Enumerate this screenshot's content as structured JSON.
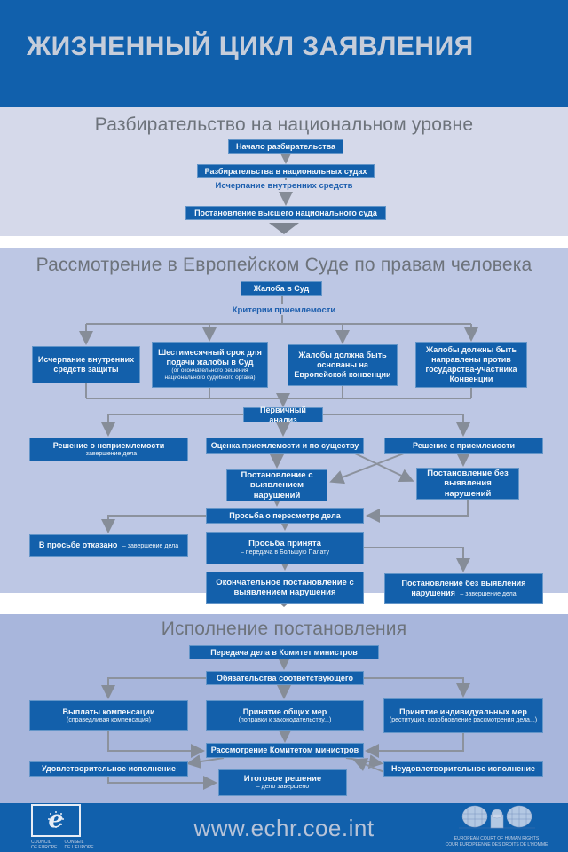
{
  "colors": {
    "blue": "#1160ac",
    "box": "#1360ab",
    "s1": "#d5d9ea",
    "s2": "#bdc7e4",
    "s3": "#a8b6dc",
    "line": "#8c929d",
    "chevron": "#7e8591",
    "heading": "#6d737b",
    "label": "#1d5fae",
    "title_text": "#c6cdda",
    "url_text": "#b7c3d8",
    "logo_text": "#c9d3e4"
  },
  "header": {
    "title": "ЖИЗНЕННЫЙ ЦИКЛ ЗАЯВЛЕНИЯ"
  },
  "s1": {
    "heading": "Разбирательство на национальном уровне",
    "start": "Начало разбирательства",
    "courts": "Разбирательства в национальных судах",
    "exhaust": "Исчерпание внутренних средств",
    "supreme": "Постановление высшего национального суда"
  },
  "s2": {
    "heading": "Рассмотрение в Европейском Суде по правам человека",
    "application": "Жалоба в Суд",
    "criteria": "Критерии приемлемости",
    "crit1": "Исчерпание внутренних средств защиты",
    "crit2": "Шестимесячный срок для подачи жалобы в Суд",
    "crit2_sub": "(от окончательного решения национального судебного органа)",
    "crit3": "Жалобы должна быть основаны на Европейской конвенции",
    "crit4": "Жалобы должны быть направлены против государства-участника Конвенции",
    "primary": "Первичный анализ",
    "inadmissible": "Решение о неприемлемости",
    "inadmissible_sub": "– завершение дела",
    "assessment": "Оценка приемлемости и по существу",
    "admissible": "Решение о приемлемости",
    "judgment_violation": "Постановление с выявлением нарушений",
    "judgment_no_violation": "Постановление без выявления нарушений",
    "review": "Просьба о пересмотре дела",
    "review_denied": "В просьбе отказано",
    "review_denied_sub": "– завершение дела",
    "review_granted": "Просьба принята",
    "review_granted_sub": "– передача в Большую Палату",
    "final_violation": "Окончательное постановление с выявлением нарушения",
    "no_violation_end": "Постановление без выявления нарушения",
    "no_violation_end_sub": "– завершение дела"
  },
  "s3": {
    "heading": "Исполнение постановления",
    "transfer": "Передача дела в Комитет министров",
    "obligations": "Обязательства соответствующего",
    "compensation": "Выплаты компенсации",
    "compensation_sub": "(справедливая компенсация)",
    "general_measures": "Принятие общих мер",
    "general_measures_sub": "(поправки к законодательству...)",
    "individual_measures": "Принятие индивидуальных мер",
    "individual_measures_sub": "(реституция, возобновление рассмотрения дела...)",
    "committee": "Рассмотрение Комитетом министров",
    "satisfactory": "Удовлетворительное исполнение",
    "unsatisfactory": "Неудовлетворительное исполнение",
    "final_decision": "Итоговое решение",
    "final_decision_sub": "– дело завершено"
  },
  "footer": {
    "url": "www.echr.coe.int",
    "coe": {
      "l1": "COUNCIL",
      "l2": "CONSEIL",
      "l3": "OF EUROPE",
      "l4": "DE L'EUROPE"
    },
    "echr": {
      "l1": "EUROPEAN COURT OF HUMAN RIGHTS",
      "l2": "COUR EUROPÉENNE DES DROITS DE L'HOMME"
    }
  }
}
